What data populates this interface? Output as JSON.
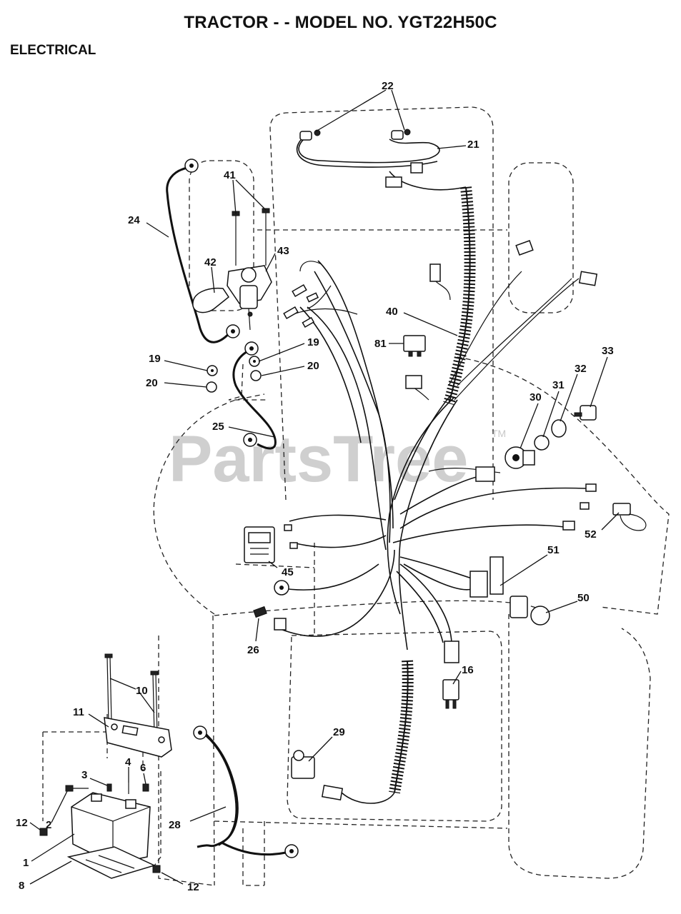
{
  "title": "TRACTOR - - MODEL NO. YGT22H50C",
  "section": "ELECTRICAL",
  "watermark": {
    "text": "PartsTree",
    "trademark": "TM"
  },
  "callouts": {
    "c22": "22",
    "c21": "21",
    "c41": "41",
    "c24": "24",
    "c43": "43",
    "c42": "42",
    "c40": "40",
    "c81": "81",
    "c19a": "19",
    "c19b": "19",
    "c20a": "20",
    "c20b": "20",
    "c33": "33",
    "c32": "32",
    "c31": "31",
    "c30": "30",
    "c25": "25",
    "c52": "52",
    "c51": "51",
    "c45": "45",
    "c50": "50",
    "c26": "26",
    "c16": "16",
    "c10": "10",
    "c11": "11",
    "c29": "29",
    "c4": "4",
    "c3": "3",
    "c6": "6",
    "c12a": "12",
    "c2": "2",
    "c28": "28",
    "c1": "1",
    "c8": "8",
    "c12b": "12"
  }
}
